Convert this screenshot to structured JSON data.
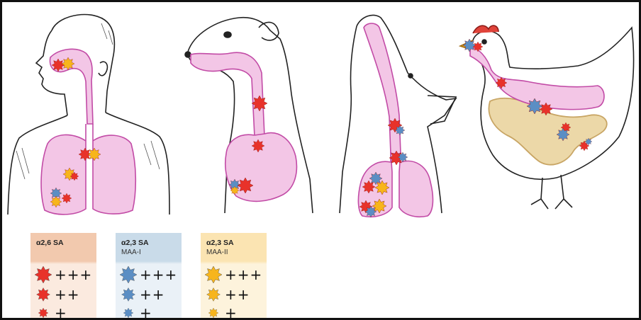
{
  "colors": {
    "red_star": "#e8322a",
    "blue_star": "#5b8ec4",
    "yellow_star": "#f7b51c",
    "tissue_pink": "#f3c6e6",
    "tissue_stroke": "#c24ba6",
    "gut_tan": "#ecd8a8",
    "gut_stroke": "#c8a564"
  },
  "subjects": [
    {
      "name": "human",
      "icon": "human-head-torso-icon"
    },
    {
      "name": "ferret",
      "icon": "ferret-icon"
    },
    {
      "name": "pig",
      "icon": "pig-icon"
    },
    {
      "name": "chicken",
      "icon": "chicken-icon"
    }
  ],
  "legend": [
    {
      "title": "α2,6 SA",
      "subtitle": "",
      "color": "#e8322a",
      "bg_top": "#f2c9ae",
      "bg_bottom": "#fbeadf",
      "levels": [
        "+++",
        "++",
        "+"
      ]
    },
    {
      "title": "α2,3 SA",
      "subtitle": "MAA-I",
      "color": "#5b8ec4",
      "bg_top": "#c9dbe9",
      "bg_bottom": "#eaf1f7",
      "levels": [
        "+++",
        "++",
        "+"
      ]
    },
    {
      "title": "α2,3 SA",
      "subtitle": "MAA-II",
      "color": "#f7b51c",
      "bg_top": "#fbe4b2",
      "bg_bottom": "#fdf3dc",
      "levels": [
        "+++",
        "++",
        "+"
      ]
    }
  ]
}
